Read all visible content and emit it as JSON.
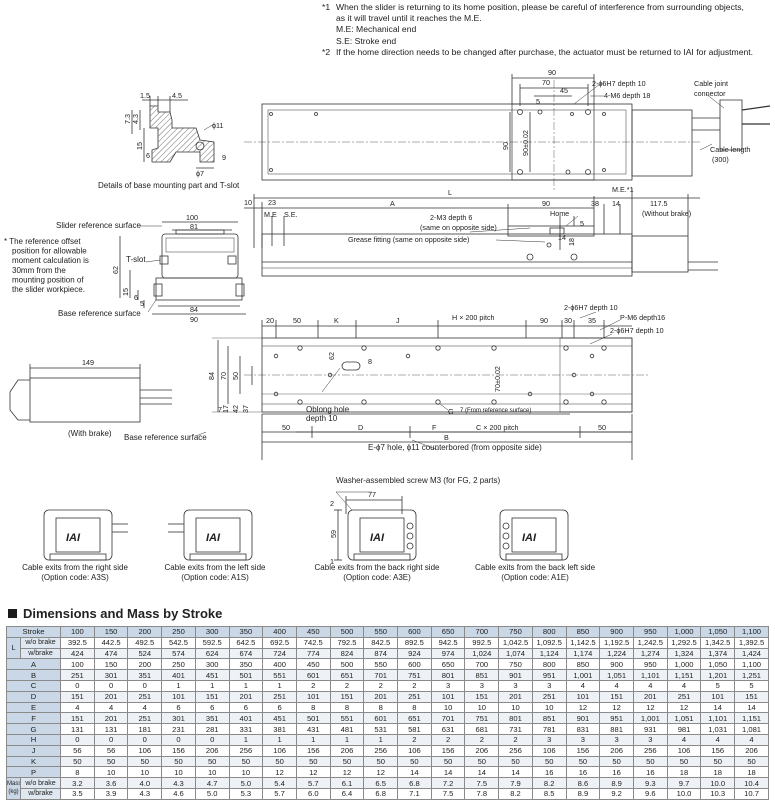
{
  "notes": [
    {
      "mark": "*1",
      "lines": [
        "When the slider is returning to its home position, please be careful of interference from surrounding objects,",
        "as it will travel until it reaches the M.E.",
        "M.E: Mechanical end",
        "S.E: Stroke end"
      ]
    },
    {
      "mark": "*2",
      "lines": [
        "If the home direction needs to be changed after purchase, the actuator must be returned to IAI for adjustment."
      ]
    }
  ],
  "drawing": {
    "top_view": {
      "dim_90": "90",
      "dim_70": "70",
      "dim_45": "45",
      "dim_5": "5",
      "hole1": "2-ϕ6H7 depth 10",
      "hole2": "4-M6 depth 18",
      "width_90": "90",
      "tol": "90±0.02",
      "cable_joint": "Cable joint",
      "connector": "connector",
      "cable_length": "Cable length",
      "cable_len_val": "(300)"
    },
    "base_detail": {
      "d15": "1.5",
      "d45": "4.5",
      "d73": "7.3",
      "d43": "4.3",
      "d11": "ϕ11",
      "d15b": "15",
      "d6": "6",
      "d7": "ϕ7",
      "d9": "9",
      "caption": "Details of base mounting part and T-slot"
    },
    "side_view": {
      "d10": "10",
      "d23": "23",
      "L": "L",
      "A": "A",
      "d90": "90",
      "d38": "38",
      "d14": "14",
      "d1175": "117.5",
      "without_brake": "(Without brake)",
      "me1": "M.E.*1",
      "me": "M.E",
      "se": "S.E.",
      "m3": "2-M3 depth 6",
      "m3b": "(same on opposite side)",
      "grease": "Grease fitting (same on opposite side)",
      "home": "Home",
      "d5": "5",
      "d14b": "14",
      "d18": "18"
    },
    "section": {
      "slider_ref": "Slider reference surface",
      "d100": "100",
      "d81": "81",
      "tslot": "T-slot",
      "d62": "62",
      "d15": "15",
      "d6": "6",
      "d5": "5",
      "d84": "84",
      "d90": "90",
      "base_ref": "Base reference surface",
      "note": [
        "* The reference offset",
        "position for allowable",
        "moment calculation is",
        "30mm from the",
        "mounting position of",
        "the slider workpiece."
      ]
    },
    "plan_view": {
      "d20": "20",
      "d50": "50",
      "K": "K",
      "J": "J",
      "h200": "H × 200 pitch",
      "d90": "90",
      "d30": "30",
      "d35": "35",
      "h6": "2-ϕ6H7 depth 10",
      "m6": "P-M6 depth16",
      "h6b": "2-ϕ6H7 depth 10",
      "d84": "84",
      "d70": "70",
      "d50b": "50",
      "d7": "7",
      "d17": "17",
      "d42": "42",
      "d37": "37",
      "d62": "62",
      "d8": "8",
      "tol70": "70±0.02",
      "oblong": "Oblong hole",
      "depth10": "depth 10",
      "G": "G",
      "g7": "7 (From reference surface)",
      "F": "F",
      "d50c": "50",
      "D": "D",
      "C200": "C × 200 pitch",
      "d50d": "50",
      "B": "B",
      "E": "E-ϕ7 hole, ϕ11 counterbored (from opposite side)",
      "d149": "149",
      "with_brake": "(With brake)",
      "base_ref": "Base reference surface"
    },
    "cable": {
      "screw": "Washer-assembled screw M3 (for FG, 2 parts)",
      "d77": "77",
      "d2": "2",
      "d59": "59",
      "d1": "1",
      "logo": "IAI",
      "captions": [
        [
          "Cable exits from the right side",
          "(Option code: A3S)"
        ],
        [
          "Cable exits from the left side",
          "(Option code: A1S)"
        ],
        [
          "Cable exits from the back right side",
          "(Option code: A3E)"
        ],
        [
          "Cable exits from the back left side",
          "(Option code: A1E)"
        ]
      ]
    }
  },
  "section_title": "Dimensions and Mass by Stroke",
  "table": {
    "stroke_label": "Stroke",
    "strokes": [
      "100",
      "150",
      "200",
      "250",
      "300",
      "350",
      "400",
      "450",
      "500",
      "550",
      "600",
      "650",
      "700",
      "750",
      "800",
      "850",
      "900",
      "950",
      "1,000",
      "1,050",
      "1,100"
    ],
    "rows": [
      {
        "g": "L",
        "sub": "w/o brake",
        "v": [
          "392.5",
          "442.5",
          "492.5",
          "542.5",
          "592.5",
          "642.5",
          "692.5",
          "742.5",
          "792.5",
          "842.5",
          "892.5",
          "942.5",
          "992.5",
          "1,042.5",
          "1,092.5",
          "1,142.5",
          "1,192.5",
          "1,242.5",
          "1,292.5",
          "1,342.5",
          "1,392.5"
        ]
      },
      {
        "g": "",
        "sub": "w/brake",
        "v": [
          "424",
          "474",
          "524",
          "574",
          "624",
          "674",
          "724",
          "774",
          "824",
          "874",
          "924",
          "974",
          "1,024",
          "1,074",
          "1,124",
          "1,174",
          "1,224",
          "1,274",
          "1,324",
          "1,374",
          "1,424"
        ]
      },
      {
        "g": "A",
        "sub": "",
        "v": [
          "100",
          "150",
          "200",
          "250",
          "300",
          "350",
          "400",
          "450",
          "500",
          "550",
          "600",
          "650",
          "700",
          "750",
          "800",
          "850",
          "900",
          "950",
          "1,000",
          "1,050",
          "1,100"
        ]
      },
      {
        "g": "B",
        "sub": "",
        "v": [
          "251",
          "301",
          "351",
          "401",
          "451",
          "501",
          "551",
          "601",
          "651",
          "701",
          "751",
          "801",
          "851",
          "901",
          "951",
          "1,001",
          "1,051",
          "1,101",
          "1,151",
          "1,201",
          "1,251"
        ]
      },
      {
        "g": "C",
        "sub": "",
        "v": [
          "0",
          "0",
          "0",
          "1",
          "1",
          "1",
          "1",
          "2",
          "2",
          "2",
          "2",
          "3",
          "3",
          "3",
          "3",
          "4",
          "4",
          "4",
          "4",
          "5",
          "5"
        ]
      },
      {
        "g": "D",
        "sub": "",
        "v": [
          "151",
          "201",
          "251",
          "101",
          "151",
          "201",
          "251",
          "101",
          "151",
          "201",
          "251",
          "101",
          "151",
          "201",
          "251",
          "101",
          "151",
          "201",
          "251",
          "101",
          "151"
        ]
      },
      {
        "g": "E",
        "sub": "",
        "v": [
          "4",
          "4",
          "4",
          "6",
          "6",
          "6",
          "6",
          "8",
          "8",
          "8",
          "8",
          "10",
          "10",
          "10",
          "10",
          "12",
          "12",
          "12",
          "12",
          "14",
          "14"
        ]
      },
      {
        "g": "F",
        "sub": "",
        "v": [
          "151",
          "201",
          "251",
          "301",
          "351",
          "401",
          "451",
          "501",
          "551",
          "601",
          "651",
          "701",
          "751",
          "801",
          "851",
          "901",
          "951",
          "1,001",
          "1,051",
          "1,101",
          "1,151"
        ]
      },
      {
        "g": "G",
        "sub": "",
        "v": [
          "131",
          "131",
          "181",
          "231",
          "281",
          "331",
          "381",
          "431",
          "481",
          "531",
          "581",
          "631",
          "681",
          "731",
          "781",
          "831",
          "881",
          "931",
          "981",
          "1,031",
          "1,081"
        ]
      },
      {
        "g": "H",
        "sub": "",
        "v": [
          "0",
          "0",
          "0",
          "0",
          "0",
          "1",
          "1",
          "1",
          "1",
          "1",
          "2",
          "2",
          "2",
          "2",
          "3",
          "3",
          "3",
          "3",
          "4",
          "4",
          "4"
        ]
      },
      {
        "g": "J",
        "sub": "",
        "v": [
          "56",
          "56",
          "106",
          "156",
          "206",
          "256",
          "106",
          "156",
          "206",
          "256",
          "106",
          "156",
          "206",
          "256",
          "106",
          "156",
          "206",
          "256",
          "106",
          "156",
          "206"
        ]
      },
      {
        "g": "K",
        "sub": "",
        "v": [
          "50",
          "50",
          "50",
          "50",
          "50",
          "50",
          "50",
          "50",
          "50",
          "50",
          "50",
          "50",
          "50",
          "50",
          "50",
          "50",
          "50",
          "50",
          "50",
          "50",
          "50"
        ]
      },
      {
        "g": "P",
        "sub": "",
        "v": [
          "8",
          "10",
          "10",
          "10",
          "10",
          "10",
          "12",
          "12",
          "12",
          "12",
          "14",
          "14",
          "14",
          "14",
          "16",
          "16",
          "16",
          "16",
          "18",
          "18",
          "18"
        ]
      },
      {
        "g": "Mass (kg)",
        "sub": "w/o brake",
        "v": [
          "3.2",
          "3.6",
          "4.0",
          "4.3",
          "4.7",
          "5.0",
          "5.4",
          "5.7",
          "6.1",
          "6.5",
          "6.8",
          "7.2",
          "7.5",
          "7.9",
          "8.2",
          "8.6",
          "8.9",
          "9.3",
          "9.7",
          "10.0",
          "10.4"
        ]
      },
      {
        "g": "",
        "sub": "w/brake",
        "v": [
          "3.5",
          "3.9",
          "4.3",
          "4.6",
          "5.0",
          "5.3",
          "5.7",
          "6.0",
          "6.4",
          "6.8",
          "7.1",
          "7.5",
          "7.8",
          "8.2",
          "8.5",
          "8.9",
          "9.2",
          "9.6",
          "10.0",
          "10.3",
          "10.7"
        ]
      }
    ]
  }
}
